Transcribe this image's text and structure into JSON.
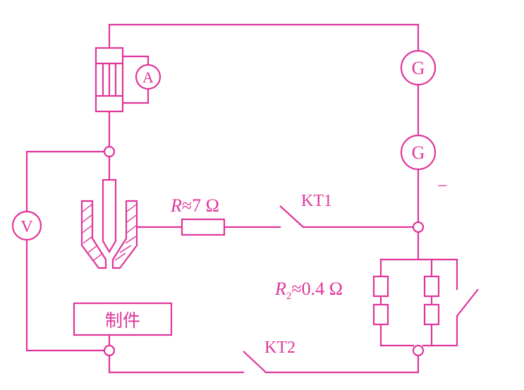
{
  "colors": {
    "line": "#e0359a",
    "background": "#ffffff"
  },
  "labels": {
    "ammeter": "A",
    "voltmeter": "V",
    "generator_top": "G",
    "generator_bottom": "G",
    "minus_sign": "−",
    "resistor_r": {
      "symbol": "R",
      "value": "≈7 Ω"
    },
    "resistor_r2": {
      "symbol": "R",
      "subscript": "2",
      "value": "≈0.4 Ω"
    },
    "switch_kt1": "KT1",
    "switch_kt2": "KT2",
    "workpiece": "制件"
  }
}
